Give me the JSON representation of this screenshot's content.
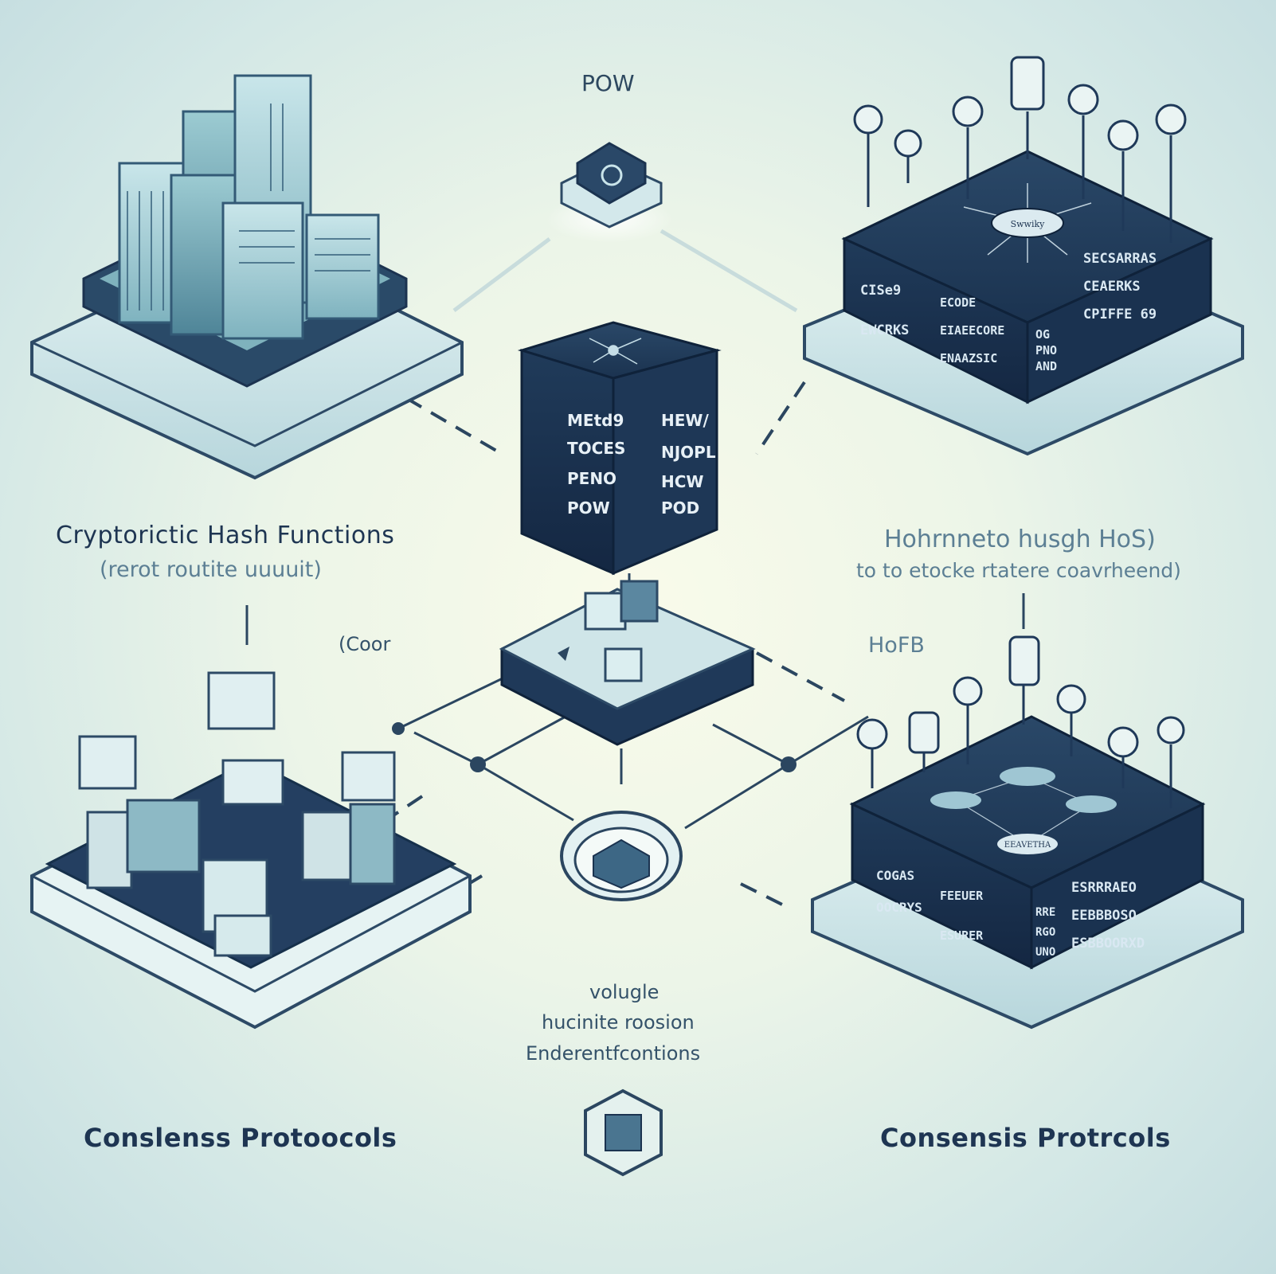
{
  "top_label": "POW",
  "center_tower": {
    "left_face": [
      "MEtd9",
      "TOCES",
      "PENO",
      "POW"
    ],
    "right_face": [
      "HEW/",
      "NJOPL",
      "HCW",
      "POD"
    ]
  },
  "top_right_module": {
    "badge": "Swwiky",
    "left_face": [
      "CISe9",
      "EWCRKS"
    ],
    "middle_face": [
      "ECODE",
      "EIAEECORE",
      "ENAAZSIC"
    ],
    "right_face": [
      "SECSARRAS",
      "CEAERKS",
      "CPIFFE 69"
    ],
    "side_tags": [
      "AND",
      "PNO",
      "OG"
    ]
  },
  "bottom_right_module": {
    "badge": "EEAVETHA",
    "left_face": [
      "COGAS",
      "OOCRYS"
    ],
    "middle_face": [
      "FEEUER",
      "ESURER"
    ],
    "right_face": [
      "ESRRRAEO",
      "EEBBBOSO",
      "ESBBOORXD"
    ],
    "side_tags": [
      "RRE",
      "RGO",
      "UNO"
    ]
  },
  "labels": {
    "left_title": "Cryptorictic Hash Functions",
    "left_subtitle": "(rerot routite uuuuit)",
    "left_note": "(Coor",
    "right_title": "Hohrnneto husgh HoS)",
    "right_subtitle": "to to etocke rtatere coavrheend)",
    "right_note": "HoFB",
    "center_line1": "volugle",
    "center_line2": "hucinite roosion",
    "center_line3": "Enderentfcontions",
    "bottom_left_title": "Conslenss Protoocols",
    "bottom_right_title": "Consensis Protrcols"
  },
  "colors": {
    "navy": "#223c5c",
    "navy_dark": "#182d48",
    "teal_glass": "#8fc4cc",
    "platform_light": "#d6ecef",
    "accent_line": "#2b4660"
  }
}
